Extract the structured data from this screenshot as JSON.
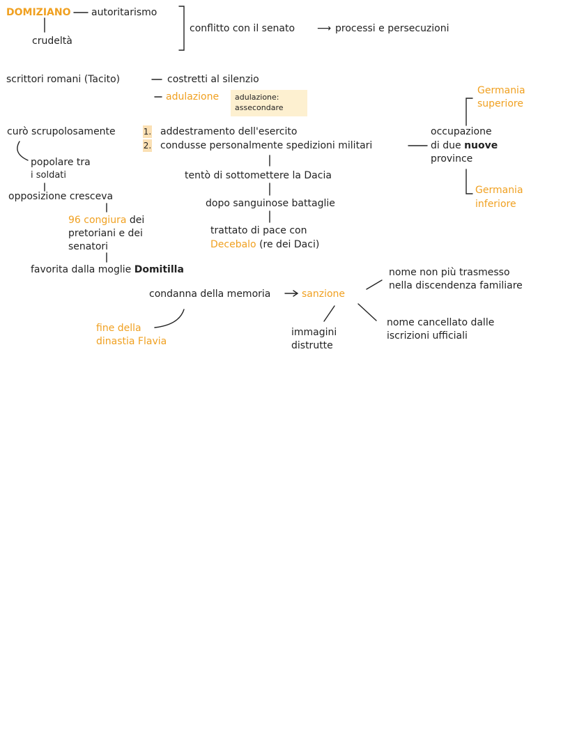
{
  "colors": {
    "accent": "#f0a020",
    "text": "#222222",
    "highlight": "#fdf0d0",
    "number_bg": "#fbe0b4"
  },
  "domiziano": "DOMIZIANO",
  "autoritarismo": "autoritarismo",
  "crudelta": "crudeltà",
  "conflitto": "conflitto con il senato",
  "processi": "processi e persecuzioni",
  "scrittori": "scrittori romani (Tacito)",
  "costretti": "costretti al silenzio",
  "adulazione": "adulazione",
  "adulazione_note": "adulazione:",
  "adulazione_note2": "assecondare",
  "germania_sup_1": "Germania",
  "germania_sup_2": "superiore",
  "curo": "curò scrupolosamente",
  "num1": "1.",
  "num2": "2.",
  "addestramento": "addestramento dell'esercito",
  "condusse": "condusse personalmente spedizioni militari",
  "occupazione_1": "occupazione",
  "occupazione_2": "di due",
  "occupazione_nuove": "nuove",
  "occupazione_3": "province",
  "popolare_1": "popolare tra",
  "popolare_2": "i soldati",
  "tento": "tentò di sottomettere la Dacia",
  "opposizione": "opposizione cresceva",
  "germania_inf_1": "Germania",
  "germania_inf_2": "inferiore",
  "dopo": "dopo sanguinose battaglie",
  "congiura_num": "96",
  "congiura_word": "congiura",
  "congiura_rest": "dei",
  "congiura_2": "pretoriani e dei",
  "congiura_3": "senatori",
  "trattato": "trattato di pace con",
  "decebalo": "Decebalo",
  "re_daci": "(re dei Daci)",
  "favorita": "favorita dalla moglie",
  "domitilla": "Domitilla",
  "nome_1": "nome non più trasmesso",
  "nome_2": "nella discendenza familiare",
  "condanna": "condanna della memoria",
  "sanzione": "sanzione",
  "fine_1": "fine della",
  "fine_2": "dinastia Flavia",
  "cancellato_1": "nome cancellato dalle",
  "cancellato_2": "iscrizioni ufficiali",
  "immagini_1": "immagini",
  "immagini_2": "distrutte"
}
